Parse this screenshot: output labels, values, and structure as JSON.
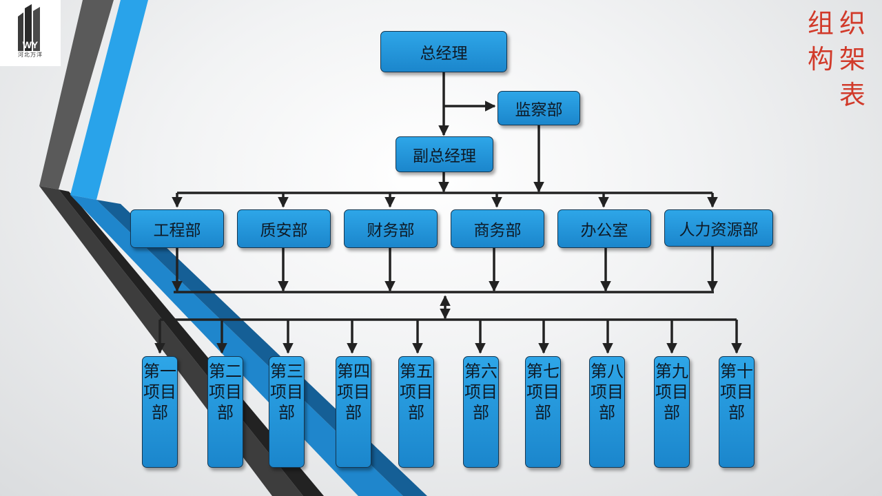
{
  "logo": {
    "mark": "WY",
    "caption": "河北万洋"
  },
  "title": {
    "col_right": "织架表",
    "col_left": "组构"
  },
  "org": {
    "top": "总经理",
    "supervision": "监察部",
    "deputy": "副总经理",
    "departments": [
      "工程部",
      "质安部",
      "财务部",
      "商务部",
      "办公室",
      "人力资源部"
    ],
    "projects": [
      "第一项目部",
      "第二项目部",
      "第三项目部",
      "第四项目部",
      "第五项目部",
      "第六项目部",
      "第七项目部",
      "第八项目部",
      "第九项目部",
      "第十项目部"
    ]
  },
  "colors": {
    "node_fill": "#2196de",
    "node_border": "#14354f",
    "title_red": "#d13a2a",
    "stripe_blue": "#2196de",
    "stripe_dark": "#3a3a3a"
  }
}
